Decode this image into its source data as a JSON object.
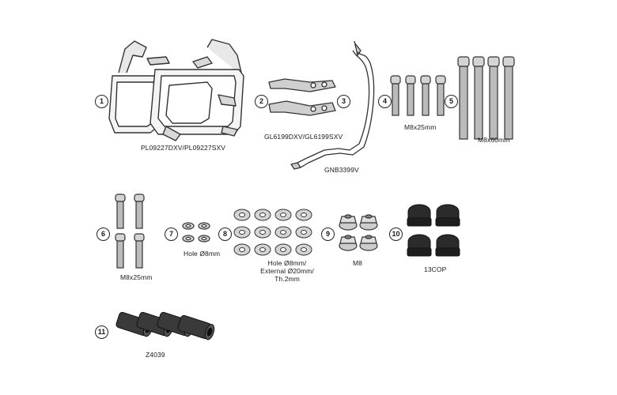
{
  "parts": [
    {
      "number": "1",
      "label": "PL09227DXV/PL09227SXV"
    },
    {
      "number": "2",
      "label": "GL6199DXV/GL6199SXV"
    },
    {
      "number": "3",
      "label": "GNB3399V"
    },
    {
      "number": "4",
      "label": "M8x25mm"
    },
    {
      "number": "5",
      "label": "M8x60mm"
    },
    {
      "number": "6",
      "label": "M8x25mm"
    },
    {
      "number": "7",
      "label": "Hole Ø8mm"
    },
    {
      "number": "8",
      "label_lines": [
        "Hole Ø8mm/",
        "External Ø20mm/",
        "Th.2mm"
      ]
    },
    {
      "number": "9",
      "label": "M8"
    },
    {
      "number": "10",
      "label": "13COP"
    },
    {
      "number": "11",
      "label": "Z4039"
    }
  ],
  "colors": {
    "outline": "#333333",
    "metal": "#c8c8c8",
    "dark": "#2b2b2b",
    "washer": "#d0d0d0"
  }
}
